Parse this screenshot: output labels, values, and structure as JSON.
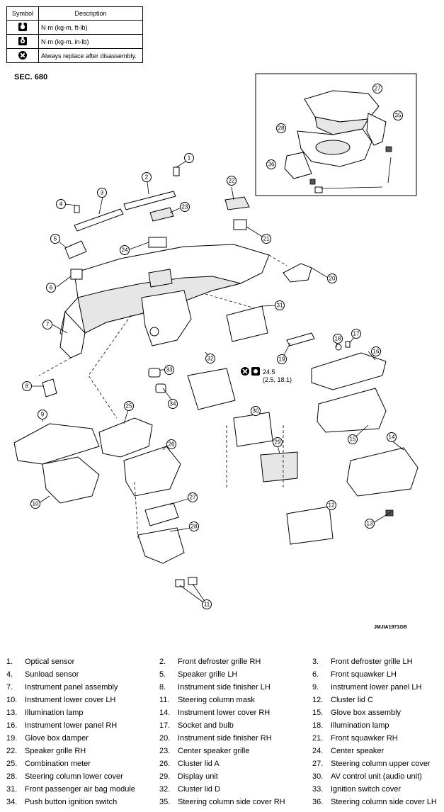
{
  "legend": {
    "header": {
      "symbol": "Symbol",
      "description": "Description"
    },
    "rows": [
      {
        "icon": "torque-nm-ftlb-icon",
        "text": "N·m (kg-m, ft-lb)"
      },
      {
        "icon": "torque-nm-inlb-icon",
        "text": "N·m (kg-m, in-lb)"
      },
      {
        "icon": "replace-after-disassembly-icon",
        "text": "Always replace after disassembly."
      }
    ]
  },
  "section": "SEC. 680",
  "torque_spec": {
    "value": "24.5",
    "detail": "(2.5, 18.1)"
  },
  "figure_code": "JMJIA1971GB",
  "callouts": [
    "1",
    "2",
    "3",
    "4",
    "5",
    "6",
    "7",
    "8",
    "9",
    "10",
    "11",
    "12",
    "13",
    "14",
    "15",
    "16",
    "17",
    "18",
    "19",
    "20",
    "21",
    "22",
    "23",
    "24",
    "25",
    "26",
    "27",
    "28",
    "29",
    "30",
    "31",
    "32",
    "33",
    "34",
    "35",
    "36"
  ],
  "parts": [
    {
      "num": "1.",
      "name": "Optical sensor"
    },
    {
      "num": "2.",
      "name": "Front defroster grille RH"
    },
    {
      "num": "3.",
      "name": "Front defroster grille LH"
    },
    {
      "num": "4.",
      "name": "Sunload sensor"
    },
    {
      "num": "5.",
      "name": "Speaker grille LH"
    },
    {
      "num": "6.",
      "name": "Front squawker LH"
    },
    {
      "num": "7.",
      "name": "Instrument panel assembly"
    },
    {
      "num": "8.",
      "name": "Instrument side finisher LH"
    },
    {
      "num": "9.",
      "name": "Instrument lower panel LH"
    },
    {
      "num": "10.",
      "name": "Instrument lower cover LH"
    },
    {
      "num": "11.",
      "name": "Steering column mask"
    },
    {
      "num": "12.",
      "name": "Cluster lid C"
    },
    {
      "num": "13.",
      "name": "Illumination lamp"
    },
    {
      "num": "14.",
      "name": "Instrument lower cover RH"
    },
    {
      "num": "15.",
      "name": "Glove box assembly"
    },
    {
      "num": "16.",
      "name": "Instrument lower panel RH"
    },
    {
      "num": "17.",
      "name": "Socket and bulb"
    },
    {
      "num": "18.",
      "name": "Illumination lamp"
    },
    {
      "num": "19.",
      "name": "Glove box damper"
    },
    {
      "num": "20.",
      "name": "Instrument side finisher RH"
    },
    {
      "num": "21.",
      "name": "Front squawker RH"
    },
    {
      "num": "22.",
      "name": "Speaker grille RH"
    },
    {
      "num": "23.",
      "name": "Center speaker grille"
    },
    {
      "num": "24.",
      "name": "Center speaker"
    },
    {
      "num": "25.",
      "name": "Combination meter"
    },
    {
      "num": "26.",
      "name": "Cluster lid A"
    },
    {
      "num": "27.",
      "name": "Steering column upper cover"
    },
    {
      "num": "28.",
      "name": "Steering column lower cover"
    },
    {
      "num": "29.",
      "name": "Display unit"
    },
    {
      "num": "30.",
      "name": "AV control unit (audio unit)"
    },
    {
      "num": "31.",
      "name": "Front passenger air bag module"
    },
    {
      "num": "32.",
      "name": "Cluster lid D"
    },
    {
      "num": "33.",
      "name": "Ignition switch cover"
    },
    {
      "num": "34.",
      "name": "Push button ignition switch"
    },
    {
      "num": "35.",
      "name": "Steering column side cover RH"
    },
    {
      "num": "36.",
      "name": "Steering column side cover LH"
    }
  ]
}
